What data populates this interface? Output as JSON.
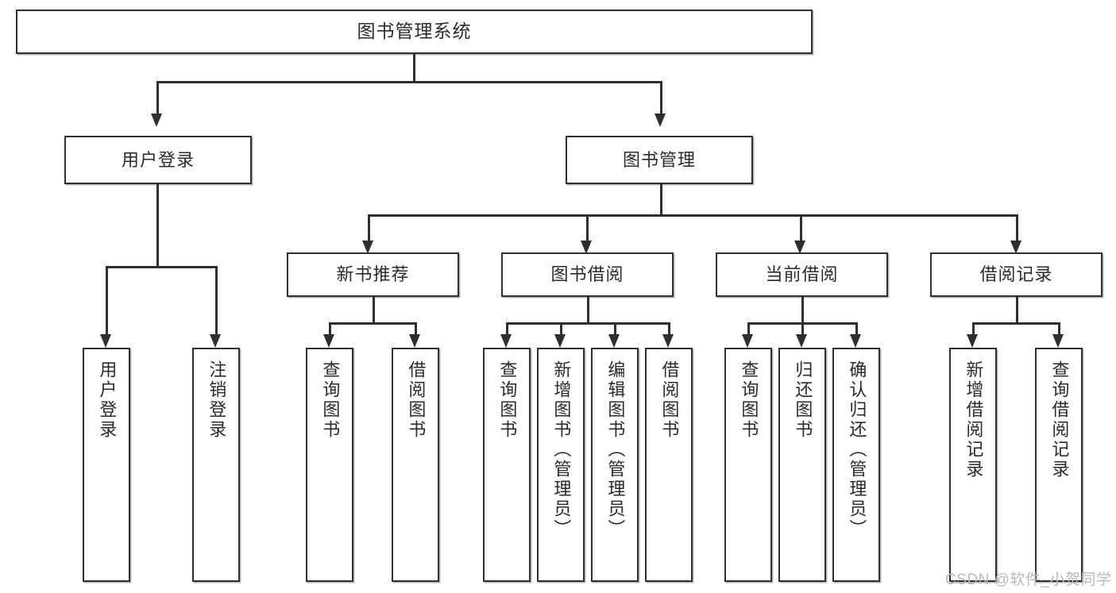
{
  "diagram": {
    "type": "tree-hierarchy-chart",
    "title": "图书管理系统",
    "root": {
      "label": "图书管理系统"
    },
    "level2": [
      {
        "label": "用户登录"
      },
      {
        "label": "图书管理"
      }
    ],
    "level3": [
      {
        "label": "新书推荐"
      },
      {
        "label": "图书借阅"
      },
      {
        "label": "当前借阅"
      },
      {
        "label": "借阅记录"
      }
    ],
    "leaves": {
      "user_login": [
        {
          "label": "用户登录"
        },
        {
          "label": "注销登录"
        }
      ],
      "new_book_recommend": [
        {
          "label": "查询图书"
        },
        {
          "label": "借阅图书"
        }
      ],
      "book_borrow": [
        {
          "label": "查询图书"
        },
        {
          "label": "新增图书（管理员）"
        },
        {
          "label": "编辑图书（管理员）"
        },
        {
          "label": "借阅图书"
        }
      ],
      "current_borrow": [
        {
          "label": "查询图书"
        },
        {
          "label": "归还图书"
        },
        {
          "label": "确认归还（管理员）"
        }
      ],
      "borrow_record": [
        {
          "label": "新增借阅记录"
        },
        {
          "label": "查询借阅记录"
        }
      ]
    }
  },
  "watermark": {
    "text": "CSDN @软件_小贺同学"
  },
  "colors": {
    "stroke": "#2f2f2f",
    "fill": "#ffffff",
    "text": "#2b2b2b",
    "watermark": "#b9b9b9"
  }
}
